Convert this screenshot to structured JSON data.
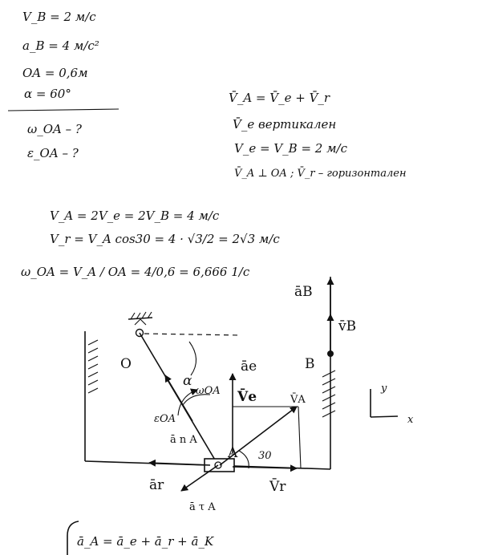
{
  "given": {
    "vb": "V_B = 2 м/с",
    "ab": "a_B =  4 м/с²",
    "oa": "OA = 0,6м",
    "alpha": "α = 60°",
    "find_w": "ω_OA – ?",
    "find_e": "ε_OA – ?"
  },
  "right_notes": {
    "l1": "V̄_A = V̄_e + V̄_r",
    "l2": "V̄_e   вертикален",
    "l3": "V_e = V_B = 2 м/с",
    "l4": "V̄_A ⊥ OA ;  V̄_r – горизонтален"
  },
  "calc": {
    "l1": "V_A = 2V_e = 2V_B = 4 м/с",
    "l2": "V_r = V_A cos30 = 4 · √3/2 = 2√3 м/с",
    "l3": "ω_OA = V_A / OA = 4/0,6 = 6,666 1/с"
  },
  "diagram": {
    "a_B": "āB",
    "v_B": "v̄B",
    "O": "O",
    "B": "B",
    "A": "A",
    "a_e": "āe",
    "V_e": "V̄e",
    "V_A": "V̄A",
    "alpha": "α",
    "omega": "ωOA",
    "eps": "εOA",
    "a_nA": "ā n A",
    "a_r": "ār",
    "V_r": "V̄r",
    "a_tA": "ā τ A",
    "angle30": "30",
    "axis_y": "y",
    "axis_x": "x"
  },
  "bottom": {
    "eq": "ā_A = ā_e + ā_r + ā_K"
  }
}
